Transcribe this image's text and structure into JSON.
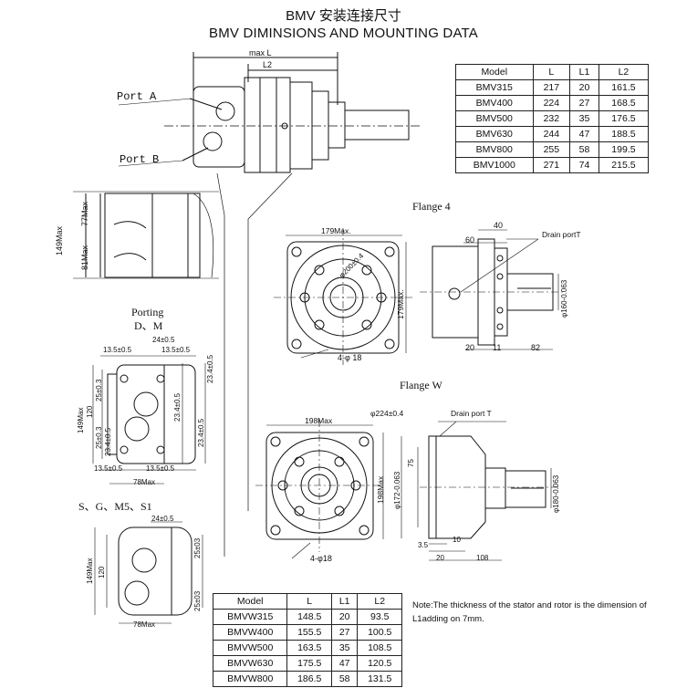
{
  "title_cn": "BMV 安装连接尺寸",
  "title_en": "BMV  DIMINSIONS AND  MOUNTING DATA",
  "labels": {
    "max_l": "max L",
    "l2": "L2",
    "port_a": "Port A",
    "port_b": "Port B",
    "dim_149max": "149Max",
    "dim_77max": "77Max",
    "dim_81max": "81Max",
    "flange4": "Flange 4",
    "flangew": "Flange W",
    "porting_dm_1": "Porting",
    "porting_dm_2": "D、M",
    "porting_sg": "S、G、M5、S1",
    "d179max": "179Max.",
    "d179max_v": "179Max.",
    "d200": "φ200±0.4",
    "d4_18_a": "4-φ 18",
    "d40": "40",
    "d60": "60",
    "drain_t1": "Drain portT",
    "d160": "φ160-0.063",
    "d20a": "20",
    "d11": "11",
    "d82": "82",
    "d198max": "198Max",
    "d198max_v": "198Max",
    "d224": "φ224±0.4",
    "drain_t2": "Drain port T",
    "d75": "75",
    "d172": "φ172-0.063",
    "d180": "φ180-0.063",
    "d4_18_b": "4-φ18",
    "d3_5": "3.5",
    "d10": "10",
    "d20b": "20",
    "d108": "108",
    "dm_13_5a": "13.5±0.5",
    "dm_24": "24±0.5",
    "dm_13_5b": "13.5±0.5",
    "dm_23_4a": "23.4±0.5",
    "dm_25a": "25±0.3",
    "dm_120": "120",
    "dm_149": "149Max",
    "dm_23_4b": "23.4±0.5",
    "dm_23_4c": "23.4±0.5",
    "dm_25b": "25±0.3",
    "dm_23_4d": "23.4±0.5",
    "dm_13_5c": "13.5±0.5",
    "dm_13_5d": "13.5±0.5",
    "dm_78": "78Max",
    "sg_24": "24±0.5",
    "sg_25a": "25±03",
    "sg_149": "149Max",
    "sg_120": "120",
    "sg_25b": "25±03",
    "sg_78": "78Max"
  },
  "table_bmv": {
    "headers": [
      "Model",
      "L",
      "L1",
      "L2"
    ],
    "rows": [
      [
        "BMV315",
        "217",
        "20",
        "161.5"
      ],
      [
        "BMV400",
        "224",
        "27",
        "168.5"
      ],
      [
        "BMV500",
        "232",
        "35",
        "176.5"
      ],
      [
        "BMV630",
        "244",
        "47",
        "188.5"
      ],
      [
        "BMV800",
        "255",
        "58",
        "199.5"
      ],
      [
        "BMV1000",
        "271",
        "74",
        "215.5"
      ]
    ]
  },
  "table_bmvw": {
    "headers": [
      "Model",
      "L",
      "L1",
      "L2"
    ],
    "rows": [
      [
        "BMVW315",
        "148.5",
        "20",
        "93.5"
      ],
      [
        "BMVW400",
        "155.5",
        "27",
        "100.5"
      ],
      [
        "BMVW500",
        "163.5",
        "35",
        "108.5"
      ],
      [
        "BMVW630",
        "175.5",
        "47",
        "120.5"
      ],
      [
        "BMVW800",
        "186.5",
        "58",
        "131.5"
      ]
    ]
  },
  "note": "Note:The thickness of the stator and rotor is the dimension of L1adding on 7mm."
}
